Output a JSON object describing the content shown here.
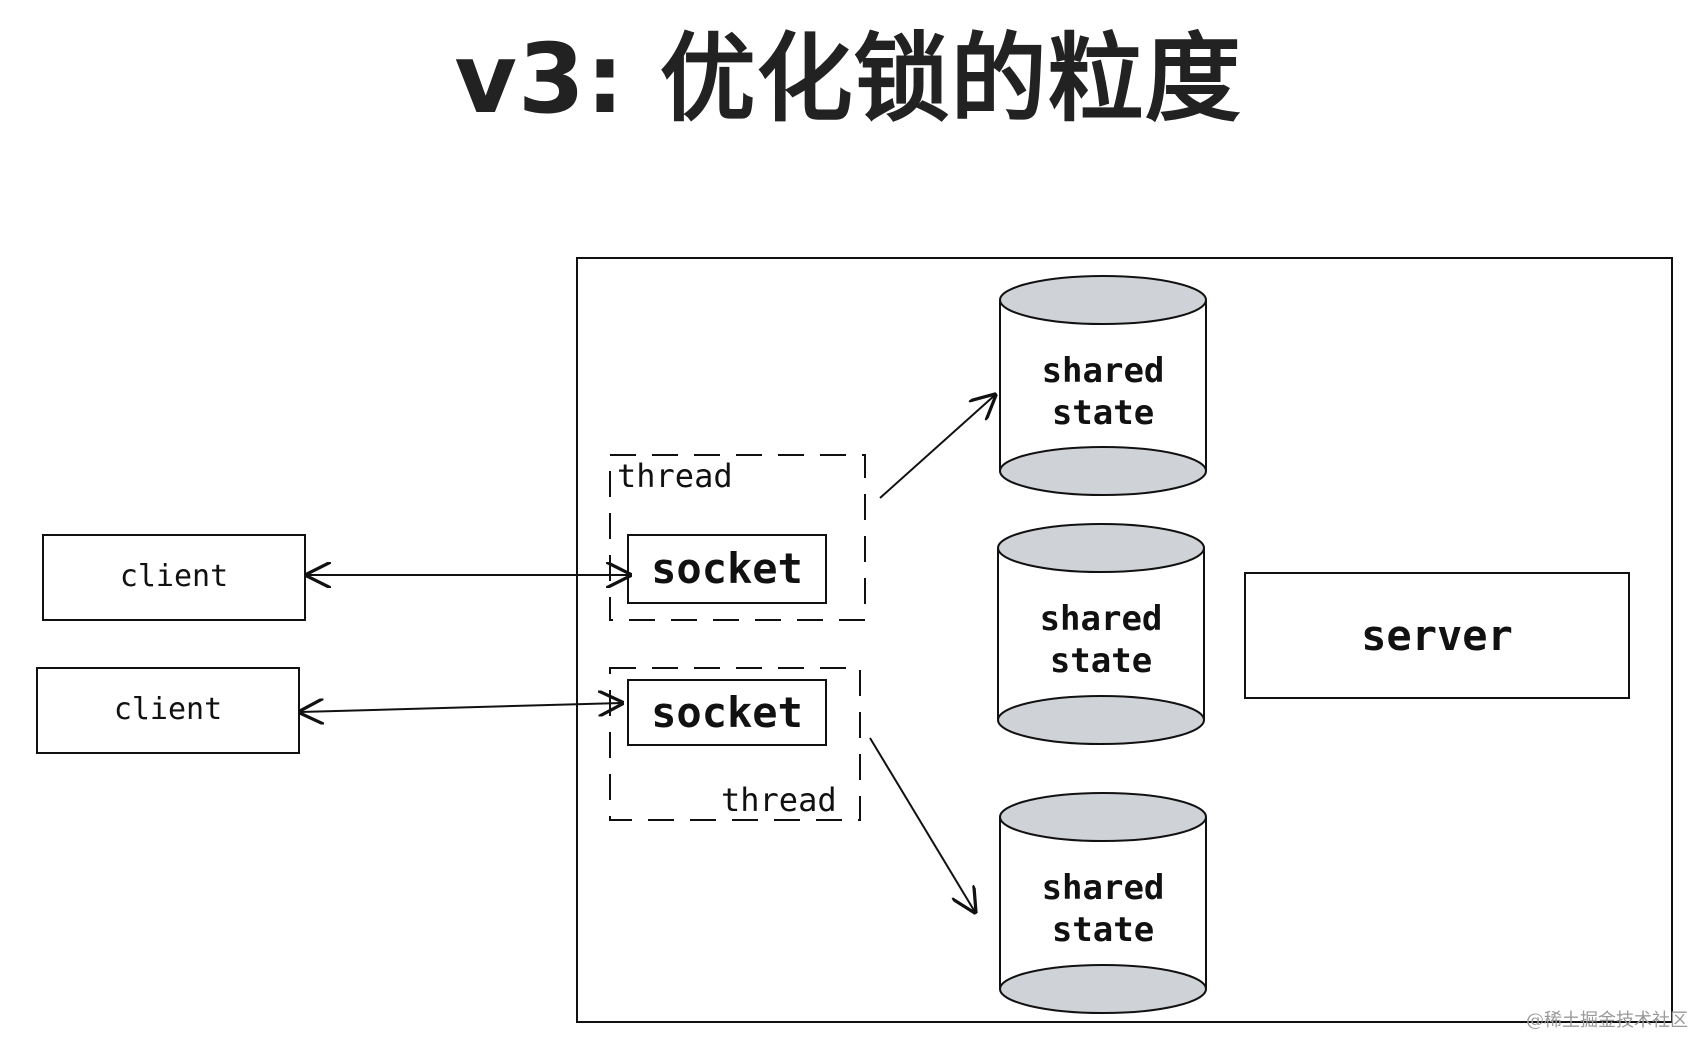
{
  "title": "v3: 优化锁的粒度",
  "diagram": {
    "clients": [
      {
        "label": "client"
      },
      {
        "label": "client"
      }
    ],
    "threads": [
      {
        "label": "thread",
        "socket_label": "socket"
      },
      {
        "label": "thread",
        "socket_label": "socket"
      }
    ],
    "shared_states": [
      {
        "line1": "shared",
        "line2": "state"
      },
      {
        "line1": "shared",
        "line2": "state"
      },
      {
        "line1": "shared",
        "line2": "state"
      }
    ],
    "server": {
      "label": "server"
    }
  },
  "watermark": "@稀土掘金技术社区",
  "colors": {
    "ink": "#111111",
    "cylinder_cap": "#cfd3d8"
  }
}
